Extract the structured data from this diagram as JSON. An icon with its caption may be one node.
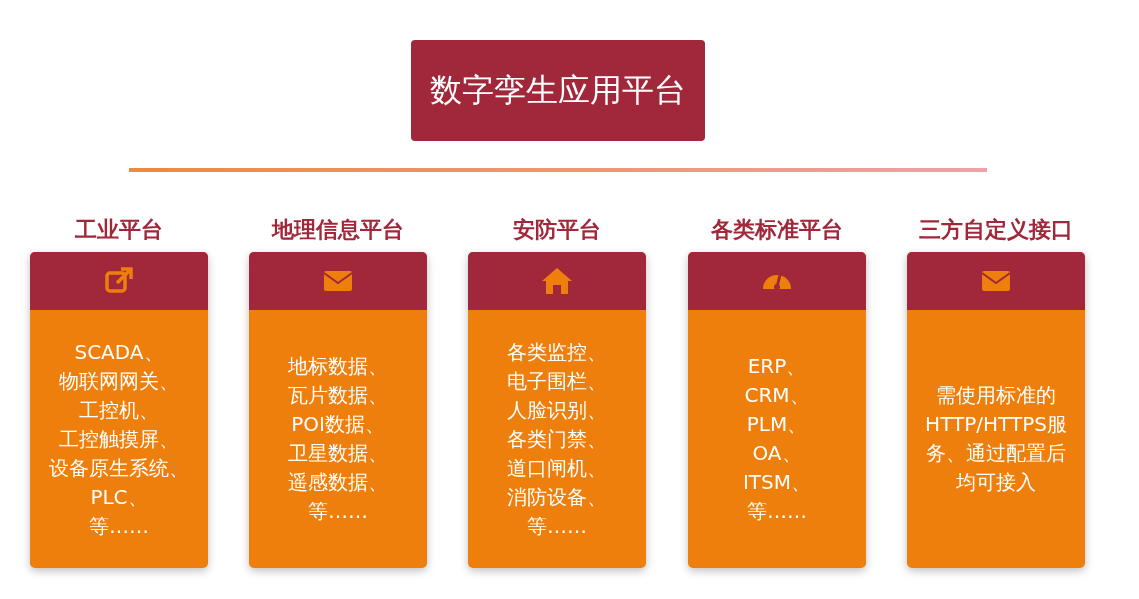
{
  "diagram": {
    "nodes": [
      {
        "text": [
          "数字孪生应用平台"
        ]
      },
      {
        "text": [
          "工业平台",
          "SCADA、物联网网关、工控机、工控触摸屏、设备原生系统、PLC、等……"
        ]
      },
      {
        "text": [
          "地理信息平台",
          "地标数据、瓦片数据、POI数据、卫星数据、遥感数据、等……"
        ]
      },
      {
        "text": [
          "安防平台",
          "各类监控、电子围栏、人脸识别、各类门禁、道口闸机、消防设备、等……"
        ]
      },
      {
        "text": [
          "各类标准平台",
          "ERP、CRM、PLM、OA、ITSM、等……"
        ]
      },
      {
        "text": [
          "三方自定义接口",
          "需使用标准的HTTP/HTTPS服务、通过配置后均可接入"
        ]
      }
    ]
  }
}
